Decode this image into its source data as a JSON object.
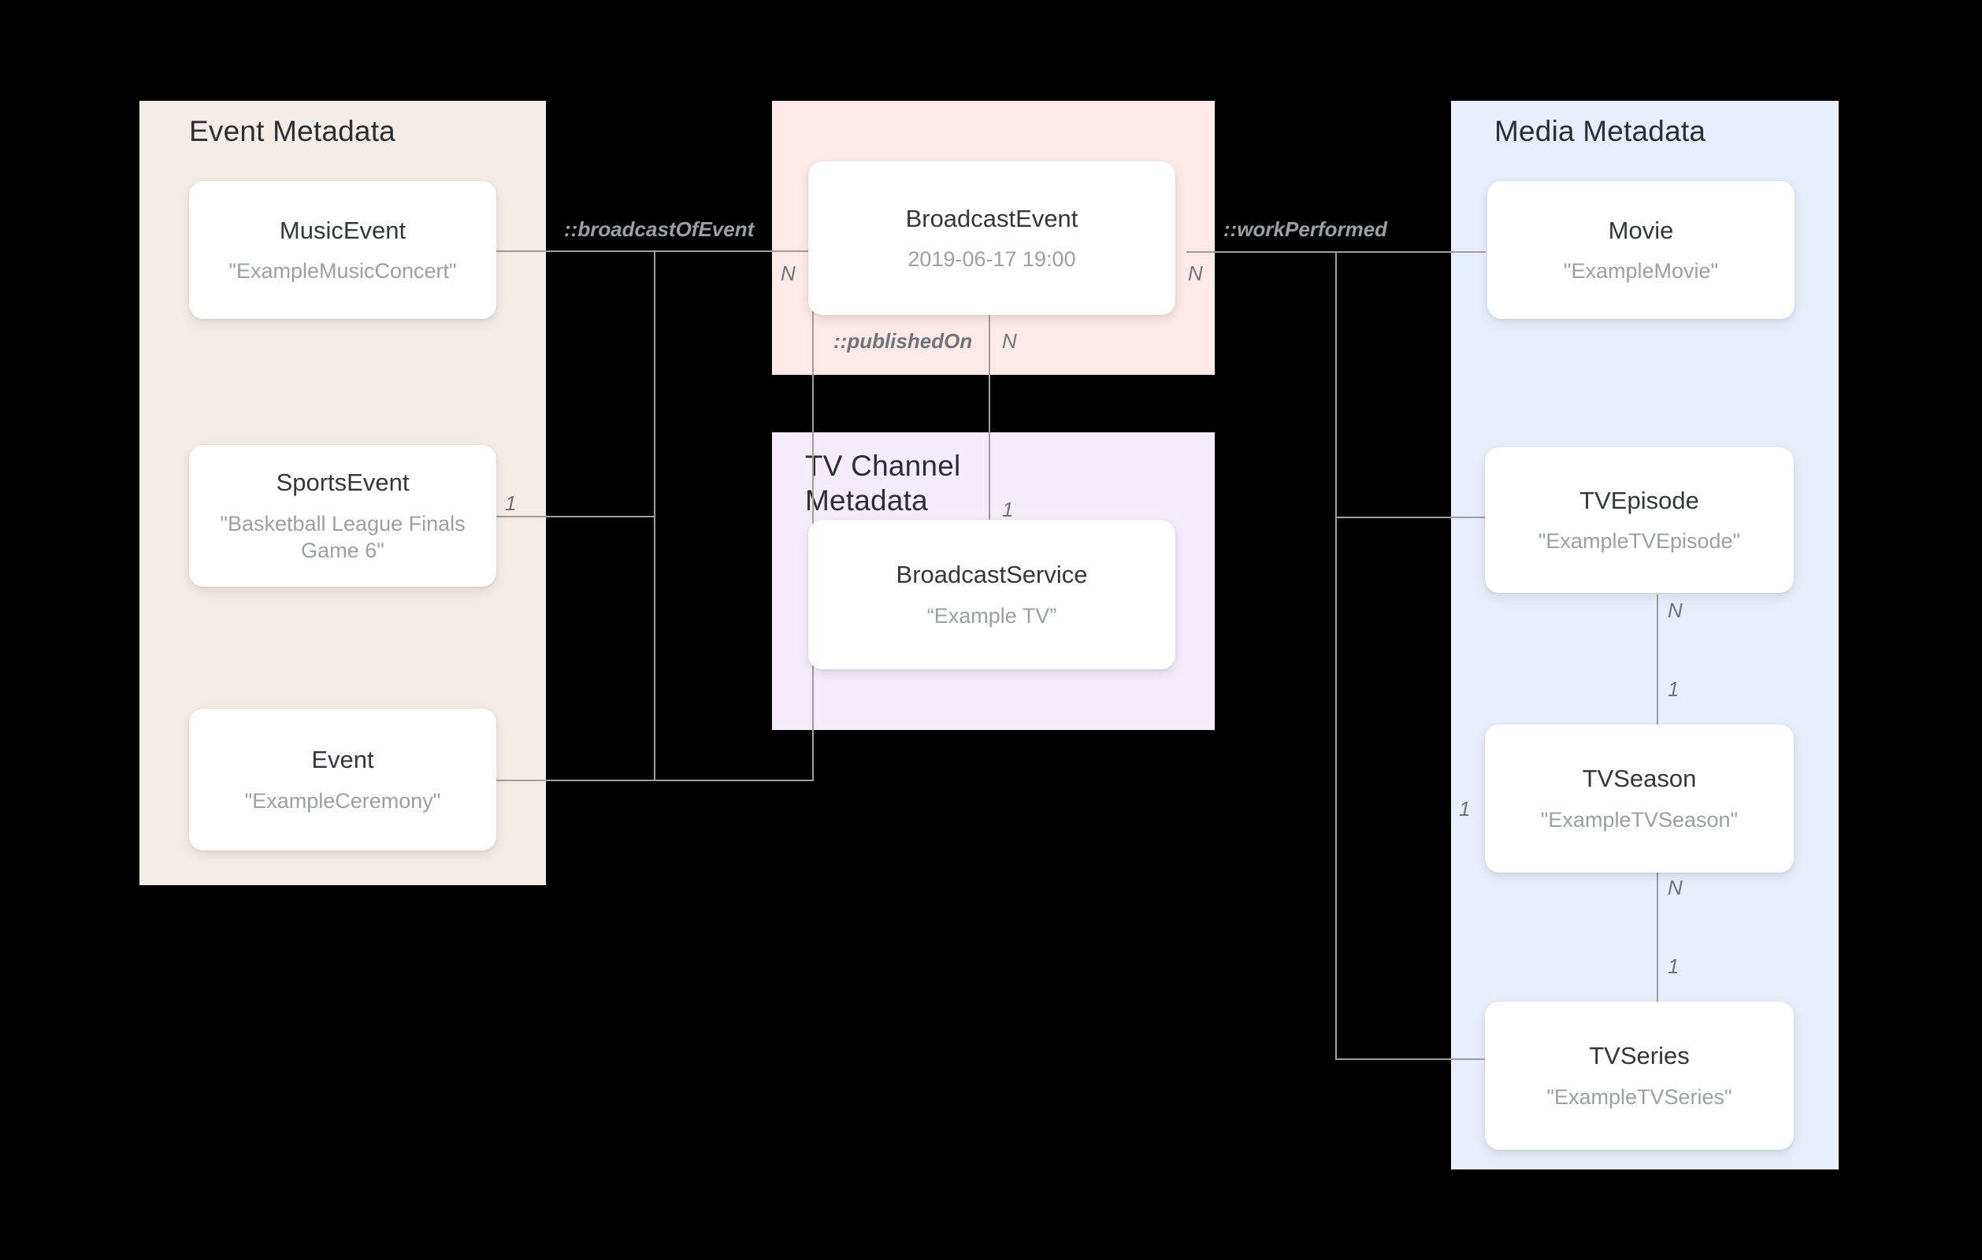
{
  "diagram": {
    "groups": [
      {
        "id": "event",
        "title": "Event Metadata",
        "color": "#f4ece7"
      },
      {
        "id": "broadcast",
        "title": "",
        "color": "#fdeae8"
      },
      {
        "id": "tvchannel",
        "title": "TV Channel\nMetadata",
        "color": "#f5ecfb"
      },
      {
        "id": "media",
        "title": "Media Metadata",
        "color": "#e8eefc"
      }
    ],
    "entities": [
      {
        "id": "music-event",
        "type": "MusicEvent",
        "value": "\"ExampleMusicConcert\""
      },
      {
        "id": "sports-event",
        "type": "SportsEvent",
        "value": "\"Basketball League Finals Game 6\""
      },
      {
        "id": "event",
        "type": "Event",
        "value": "\"ExampleCeremony\""
      },
      {
        "id": "broadcast-event",
        "type": "BroadcastEvent",
        "value": "2019-06-17 19:00"
      },
      {
        "id": "broadcast-service",
        "type": "BroadcastService",
        "value": "“Example TV”"
      },
      {
        "id": "movie",
        "type": "Movie",
        "value": "\"ExampleMovie\""
      },
      {
        "id": "tv-episode",
        "type": "TVEpisode",
        "value": "\"ExampleTVEpisode\""
      },
      {
        "id": "tv-season",
        "type": "TVSeason",
        "value": "\"ExampleTVSeason\""
      },
      {
        "id": "tv-series",
        "type": "TVSeries",
        "value": "\"ExampleTVSeries\""
      }
    ],
    "relations": [
      {
        "id": "broadcast-of-event",
        "label": "::broadcastOfEvent",
        "from": "event-group",
        "to": "broadcast-event",
        "from_card": "1",
        "to_card": "N"
      },
      {
        "id": "work-performed",
        "label": "::workPerformed",
        "from": "broadcast-event",
        "to": "media-group",
        "from_card": "N",
        "to_card": "1"
      },
      {
        "id": "published-on",
        "label": "::publishedOn",
        "from": "broadcast-event",
        "to": "broadcast-service",
        "from_card": "N",
        "to_card": "1"
      },
      {
        "id": "episode-season",
        "label": "",
        "from": "tv-episode",
        "to": "tv-season",
        "from_card": "N",
        "to_card": "1"
      },
      {
        "id": "season-series",
        "label": "",
        "from": "tv-season",
        "to": "tv-series",
        "from_card": "N",
        "to_card": "1"
      }
    ],
    "cardinalities": {
      "broadcast_of_event_left": "1",
      "broadcast_of_event_right": "N",
      "work_performed_left": "N",
      "published_on": "N",
      "published_on_service": "1",
      "episode_to_season_top": "N",
      "episode_to_season_bottom": "1",
      "season_to_series_top": "N",
      "season_to_series_bottom": "1",
      "media_trunk": "1"
    },
    "colors": {
      "background": "#000000",
      "line": "#9e9e9e",
      "card_bg": "#ffffff",
      "title_text": "#2b2f33",
      "value_text": "#9aa0a6"
    }
  }
}
